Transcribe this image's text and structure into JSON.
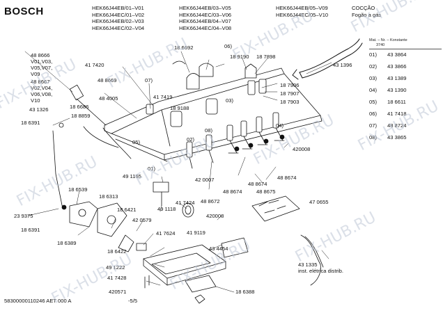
{
  "header": {
    "brand": "BOSCH",
    "models_col1": [
      "HEK66J44EB/01–V01",
      "HEK66J44EC/01–V02",
      "HEK66J44EB/02–V03",
      "HEK66J44EC/02–V04"
    ],
    "models_col2": [
      "HEK66J44EB/03–V05",
      "HEK66J44EC/03–V06",
      "HEK66J44EB/04–V07",
      "HEK66J44EC/04–V08"
    ],
    "models_col3": [
      "HEK66J44EB/05–V09",
      "HEK66J44EC/05–V10"
    ],
    "section_title": "COCÇÃO",
    "section_subtitle": "Fogão a gás"
  },
  "legend": {
    "header": "Mat. – Nr. – Konstante",
    "header_sub": "3740",
    "rows": [
      {
        "num": "01)",
        "code": "43 3864"
      },
      {
        "num": "02)",
        "code": "43 3866"
      },
      {
        "num": "03)",
        "code": "43 1389"
      },
      {
        "num": "04)",
        "code": "43 1390"
      },
      {
        "num": "05)",
        "code": "18 6611"
      },
      {
        "num": "06)",
        "code": "41 7418"
      },
      {
        "num": "07)",
        "code": "48 8724"
      },
      {
        "num": "08)",
        "code": "43 3865"
      }
    ]
  },
  "part_labels": {
    "p488666": "48 8666",
    "variants_a": "V01,V03,",
    "variants_b": "V05,V07,",
    "variants_c": "V09",
    "p488667": "48 8667",
    "variants_d": "V02,V04,",
    "variants_e": "V06,V08,",
    "variants_f": "V10",
    "p431326": "43 1326",
    "p186391a": "18 6391",
    "p417420": "41 7420",
    "p488669": "48 8669",
    "p484005": "48 4005",
    "p186686": "18 6686",
    "p188859": "18 8859",
    "p186692": "18 6692",
    "c06": "06)",
    "p189190": "18 9190",
    "p187898": "18 7898",
    "c07": "07)",
    "p417419": "41 7419",
    "p189188": "18 9188",
    "c03": "03)",
    "p187906": "18 7906",
    "p187907": "18 7907",
    "p187903": "18 7903",
    "p431396": "43 1396",
    "c04": "04)",
    "c08": "08)",
    "c02": "02)",
    "c05": "05)",
    "c01": "01)",
    "p420008a": "420008",
    "p491165": "49 1165",
    "p420007": "42 0007",
    "p488674a": "48 8674",
    "p488674b": "48 8674",
    "p488674c": "48 8674",
    "p488675": "48 8675",
    "p488672": "48 8672",
    "p186539": "18 6539",
    "p186313": "18 6313",
    "p491118": "49 1118",
    "p417424": "41 7424",
    "p470655": "47 0655",
    "p239375": "23 9375",
    "p186421": "18 6421",
    "p420579": "42 0579",
    "p420008b": "420008",
    "p186391b": "18 6391",
    "p186389": "18 6389",
    "p417624": "41 7624",
    "p419119": "41 9119",
    "p186422": "18 6422",
    "p434454": "43 4454",
    "p491222": "49 1222",
    "p417428": "41 7428",
    "p431335": "43 1335",
    "note_431335": "inst. elétrica distrib.",
    "p420571": "420571",
    "p186388": "18 6388"
  },
  "footer": {
    "doc_id": "58300000110246 AET 000 A",
    "page": "-5/5"
  },
  "watermark": "FIX-HUB.RU"
}
